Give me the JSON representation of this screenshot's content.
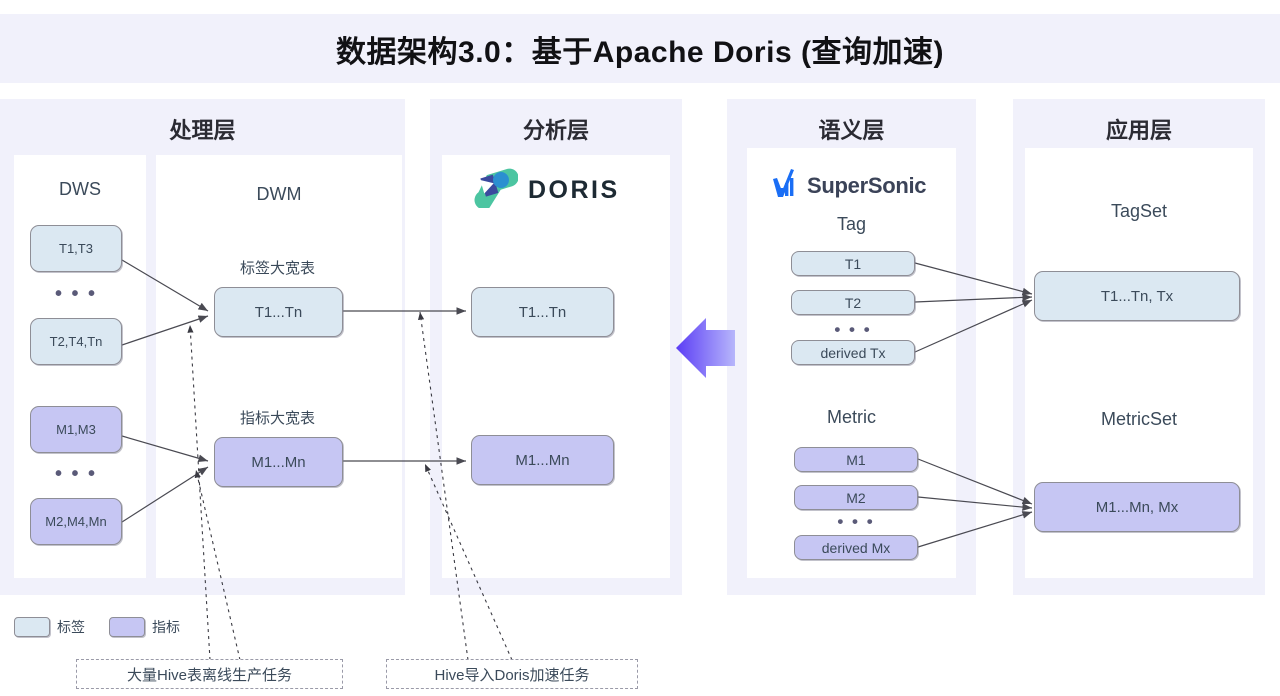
{
  "header": {
    "title": "数据架构3.0：基于Apache Doris (查询加速)"
  },
  "layers": [
    {
      "key": "processing",
      "title": "处理层"
    },
    {
      "key": "analysis",
      "title": "分析层"
    },
    {
      "key": "semantic",
      "title": "语义层"
    },
    {
      "key": "application",
      "title": "应用层"
    }
  ],
  "processing": {
    "dws": {
      "title": "DWS",
      "tag_nodes": [
        {
          "label": "T1,T3"
        },
        {
          "label": "T2,T4,Tn"
        }
      ],
      "tag_ellipsis": "• • •",
      "metric_nodes": [
        {
          "label": "M1,M3"
        },
        {
          "label": "M2,M4,Mn"
        }
      ],
      "metric_ellipsis": "• • •"
    },
    "dwm": {
      "title": "DWM",
      "tag_table_title": "标签大宽表",
      "tag_node": "T1...Tn",
      "metric_table_title": "指标大宽表",
      "metric_node": "M1...Mn"
    }
  },
  "analysis": {
    "logo_word": "DORIS",
    "tag_node": "T1...Tn",
    "metric_node": "M1...Mn"
  },
  "semantic": {
    "logo_word": "SuperSonic",
    "tag_group_title": "Tag",
    "tag_nodes": [
      "T1",
      "T2",
      "derived Tx"
    ],
    "tag_ellipsis": "• • •",
    "metric_group_title": "Metric",
    "metric_nodes": [
      "M1",
      "M2",
      "derived Mx"
    ],
    "metric_ellipsis": "• • •"
  },
  "application": {
    "tagset_title": "TagSet",
    "tagset_node": "T1...Tn, Tx",
    "metricset_title": "MetricSet",
    "metricset_node": "M1...Mn, Mx"
  },
  "legend": [
    {
      "label": "标签",
      "kind": "tag",
      "color": "#dbe8f2"
    },
    {
      "label": "指标",
      "kind": "metric",
      "color": "#c6c6f3"
    }
  ],
  "notes": [
    {
      "text": "大量Hive表离线生产任务"
    },
    {
      "text": "Hive导入Doris加速任务"
    }
  ],
  "colors": {
    "band": "#f1f1fb",
    "panel": "#f1f1fb",
    "card": "#ffffff",
    "tag": "#dbe8f2",
    "metric": "#c6c6f3",
    "node_border": "#8e8e96",
    "text": "#3b4a5a",
    "arrow_start": "#5b3df5",
    "arrow_end": "#b7b6fb",
    "doris_teal": "#4cc5a1",
    "doris_blue": "#2b8fd0",
    "doris_navy": "#3b4a9e",
    "supersonic_blue": "#1a6ef5"
  }
}
